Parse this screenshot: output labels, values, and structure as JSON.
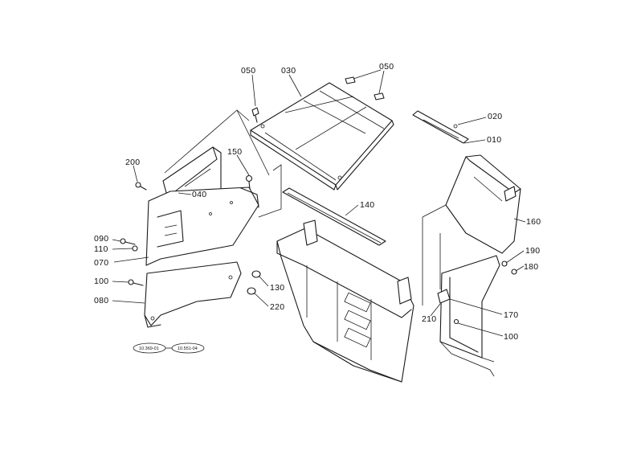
{
  "part_labels": {
    "p050a": "050",
    "p030": "030",
    "p050b": "050",
    "p020": "020",
    "p010": "010",
    "p150": "150",
    "p200": "200",
    "p040": "040",
    "p140": "140",
    "p160": "160",
    "p090": "090",
    "p110": "110",
    "p070": "070",
    "p190": "190",
    "p180": "180",
    "p100a": "100",
    "p130": "130",
    "p080": "080",
    "p220": "220",
    "p170": "170",
    "p210": "210",
    "p100b": "100"
  },
  "reference_tags": {
    "left": "10.369-01",
    "right": "10.551-04"
  }
}
